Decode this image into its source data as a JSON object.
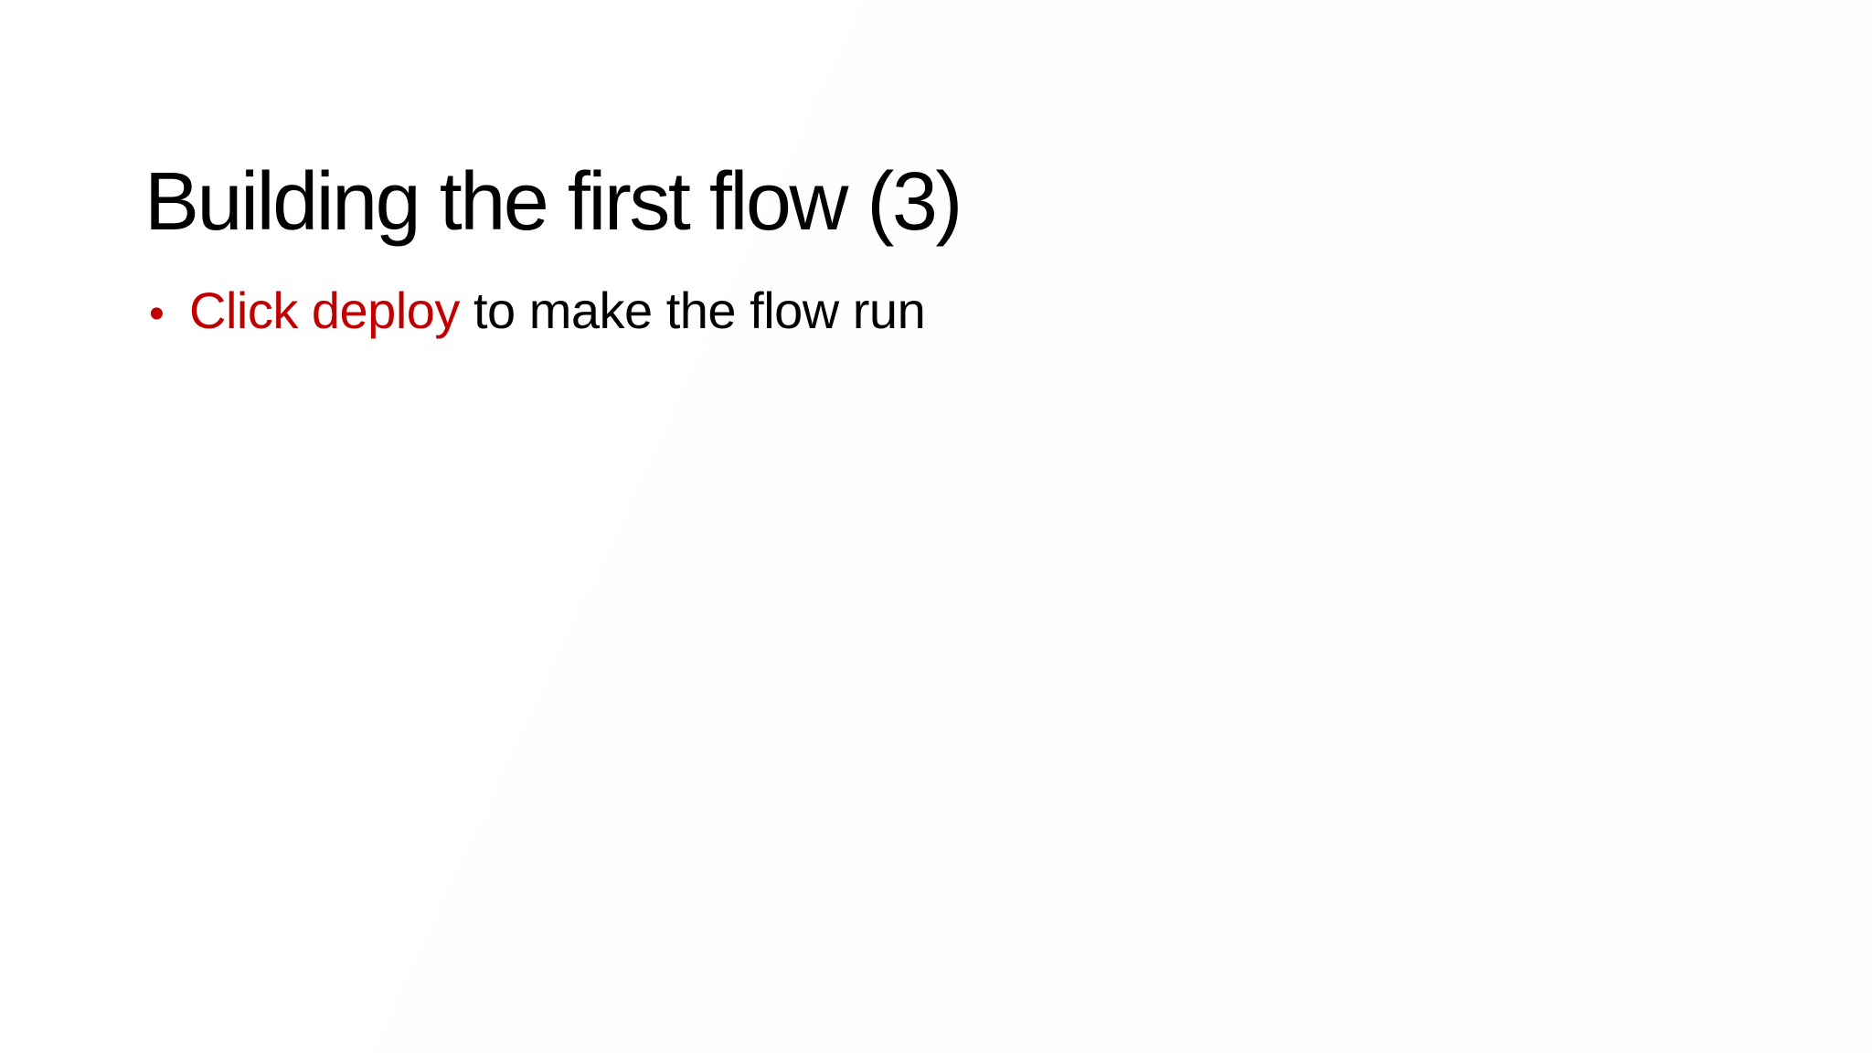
{
  "slide": {
    "title": "Building the first flow (3)",
    "bullets": [
      {
        "marker": "•",
        "segments": [
          {
            "text": "Click deploy ",
            "color": "#C00000"
          },
          {
            "text": "to make the flow run",
            "color": "#000000"
          }
        ]
      }
    ],
    "colors": {
      "accent_red": "#C00000",
      "text_black": "#000000",
      "background": "#FFFFFF"
    }
  }
}
